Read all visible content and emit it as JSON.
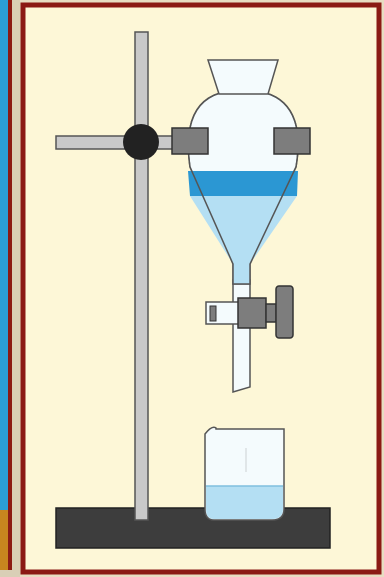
{
  "colors": {
    "page_background": "#e7ddc2",
    "panel_background": "#fdf7d7",
    "frame_border": "#8b1a14",
    "left_strip_blue": "#2c9fd6",
    "left_strip_orange": "#c7851f",
    "stand_metal": "#c9c9c9",
    "stand_outline": "#555555",
    "clamp_boss": "#222222",
    "base_plate": "#3d3d3d",
    "upper_liquid_layer": "#2b97d3",
    "lower_liquid_layer": "#b4dff3",
    "glass": "#f4fbfd",
    "stopcock": "#7d7d7d"
  },
  "components": [
    {
      "name": "retort-stand",
      "icon": "retort-stand-icon"
    },
    {
      "name": "clamp",
      "icon": "clamp-icon"
    },
    {
      "name": "separatory-funnel",
      "icon": "separatory-funnel-icon"
    },
    {
      "name": "stopper",
      "icon": "stopper-icon"
    },
    {
      "name": "upper-liquid-layer",
      "icon": "liquid-layer-icon"
    },
    {
      "name": "lower-liquid-layer",
      "icon": "liquid-layer-icon"
    },
    {
      "name": "stopcock",
      "icon": "stopcock-icon"
    },
    {
      "name": "beaker",
      "icon": "beaker-icon"
    }
  ]
}
